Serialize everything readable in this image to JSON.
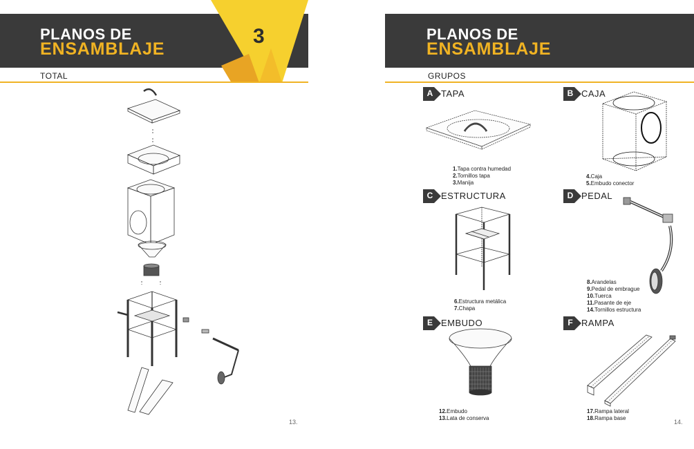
{
  "left_page": {
    "title_line1": "PLANOS DE",
    "title_line2": "ENSAMBLAJE",
    "chapter_number": "3",
    "subtitle": "TOTAL",
    "page_number": "13."
  },
  "right_page": {
    "title_line1": "PLANOS DE",
    "title_line2": "ENSAMBLAJE",
    "subtitle": "GRUPOS",
    "page_number": "14.",
    "groups": [
      {
        "letter": "A",
        "title": "TAPA",
        "items": [
          {
            "num": "1.",
            "text": "Tapa contra humedad"
          },
          {
            "num": "2.",
            "text": "Tornillos tapa"
          },
          {
            "num": "3.",
            "text": "Manija"
          }
        ]
      },
      {
        "letter": "B",
        "title": "CAJA",
        "items": [
          {
            "num": "4.",
            "text": "Caja"
          },
          {
            "num": "5.",
            "text": "Embudo conector"
          }
        ]
      },
      {
        "letter": "C",
        "title": "ESTRUCTURA",
        "items": [
          {
            "num": "6.",
            "text": "Estructura metálica"
          },
          {
            "num": "7.",
            "text": "Chapa"
          }
        ]
      },
      {
        "letter": "D",
        "title": "PEDAL",
        "items": [
          {
            "num": "8.",
            "text": "Arandelas"
          },
          {
            "num": "9.",
            "text": "Pedal de embrague"
          },
          {
            "num": "10.",
            "text": "Tuerca"
          },
          {
            "num": "11.",
            "text": "Pasante de eje"
          },
          {
            "num": "14.",
            "text": "Tornillos estructura"
          }
        ]
      },
      {
        "letter": "E",
        "title": "EMBUDO",
        "items": [
          {
            "num": "12.",
            "text": "Embudo"
          },
          {
            "num": "13.",
            "text": "Lata de conserva"
          }
        ]
      },
      {
        "letter": "F",
        "title": "RAMPA",
        "items": [
          {
            "num": "17.",
            "text": "Rampa lateral"
          },
          {
            "num": "18.",
            "text": "Rampa base"
          }
        ]
      }
    ]
  },
  "colors": {
    "band": "#3a3a3a",
    "accent": "#f0b323",
    "chapter_yellow": "#f6d02e",
    "chapter_orange": "#e8a424"
  }
}
